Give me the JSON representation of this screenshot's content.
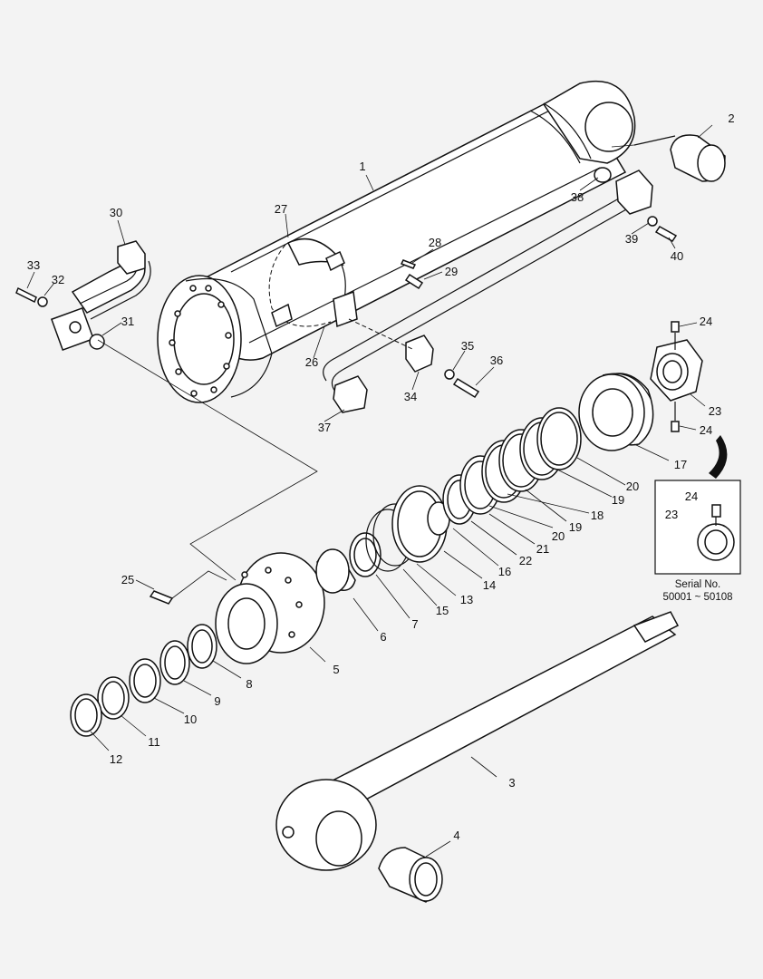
{
  "diagram": {
    "part_numbers": [
      "1",
      "2",
      "3",
      "4",
      "5",
      "6",
      "7",
      "8",
      "9",
      "10",
      "11",
      "12",
      "13",
      "14",
      "15",
      "16",
      "17",
      "18",
      "19",
      "19",
      "20",
      "20",
      "21",
      "22",
      "23",
      "23",
      "24",
      "24",
      "24",
      "25",
      "26",
      "27",
      "28",
      "29",
      "30",
      "31",
      "32",
      "33",
      "34",
      "35",
      "36",
      "37",
      "38",
      "39",
      "40"
    ],
    "inset": {
      "caption_line1": "Serial No.",
      "caption_line2": "50001 ~ 50108"
    }
  }
}
